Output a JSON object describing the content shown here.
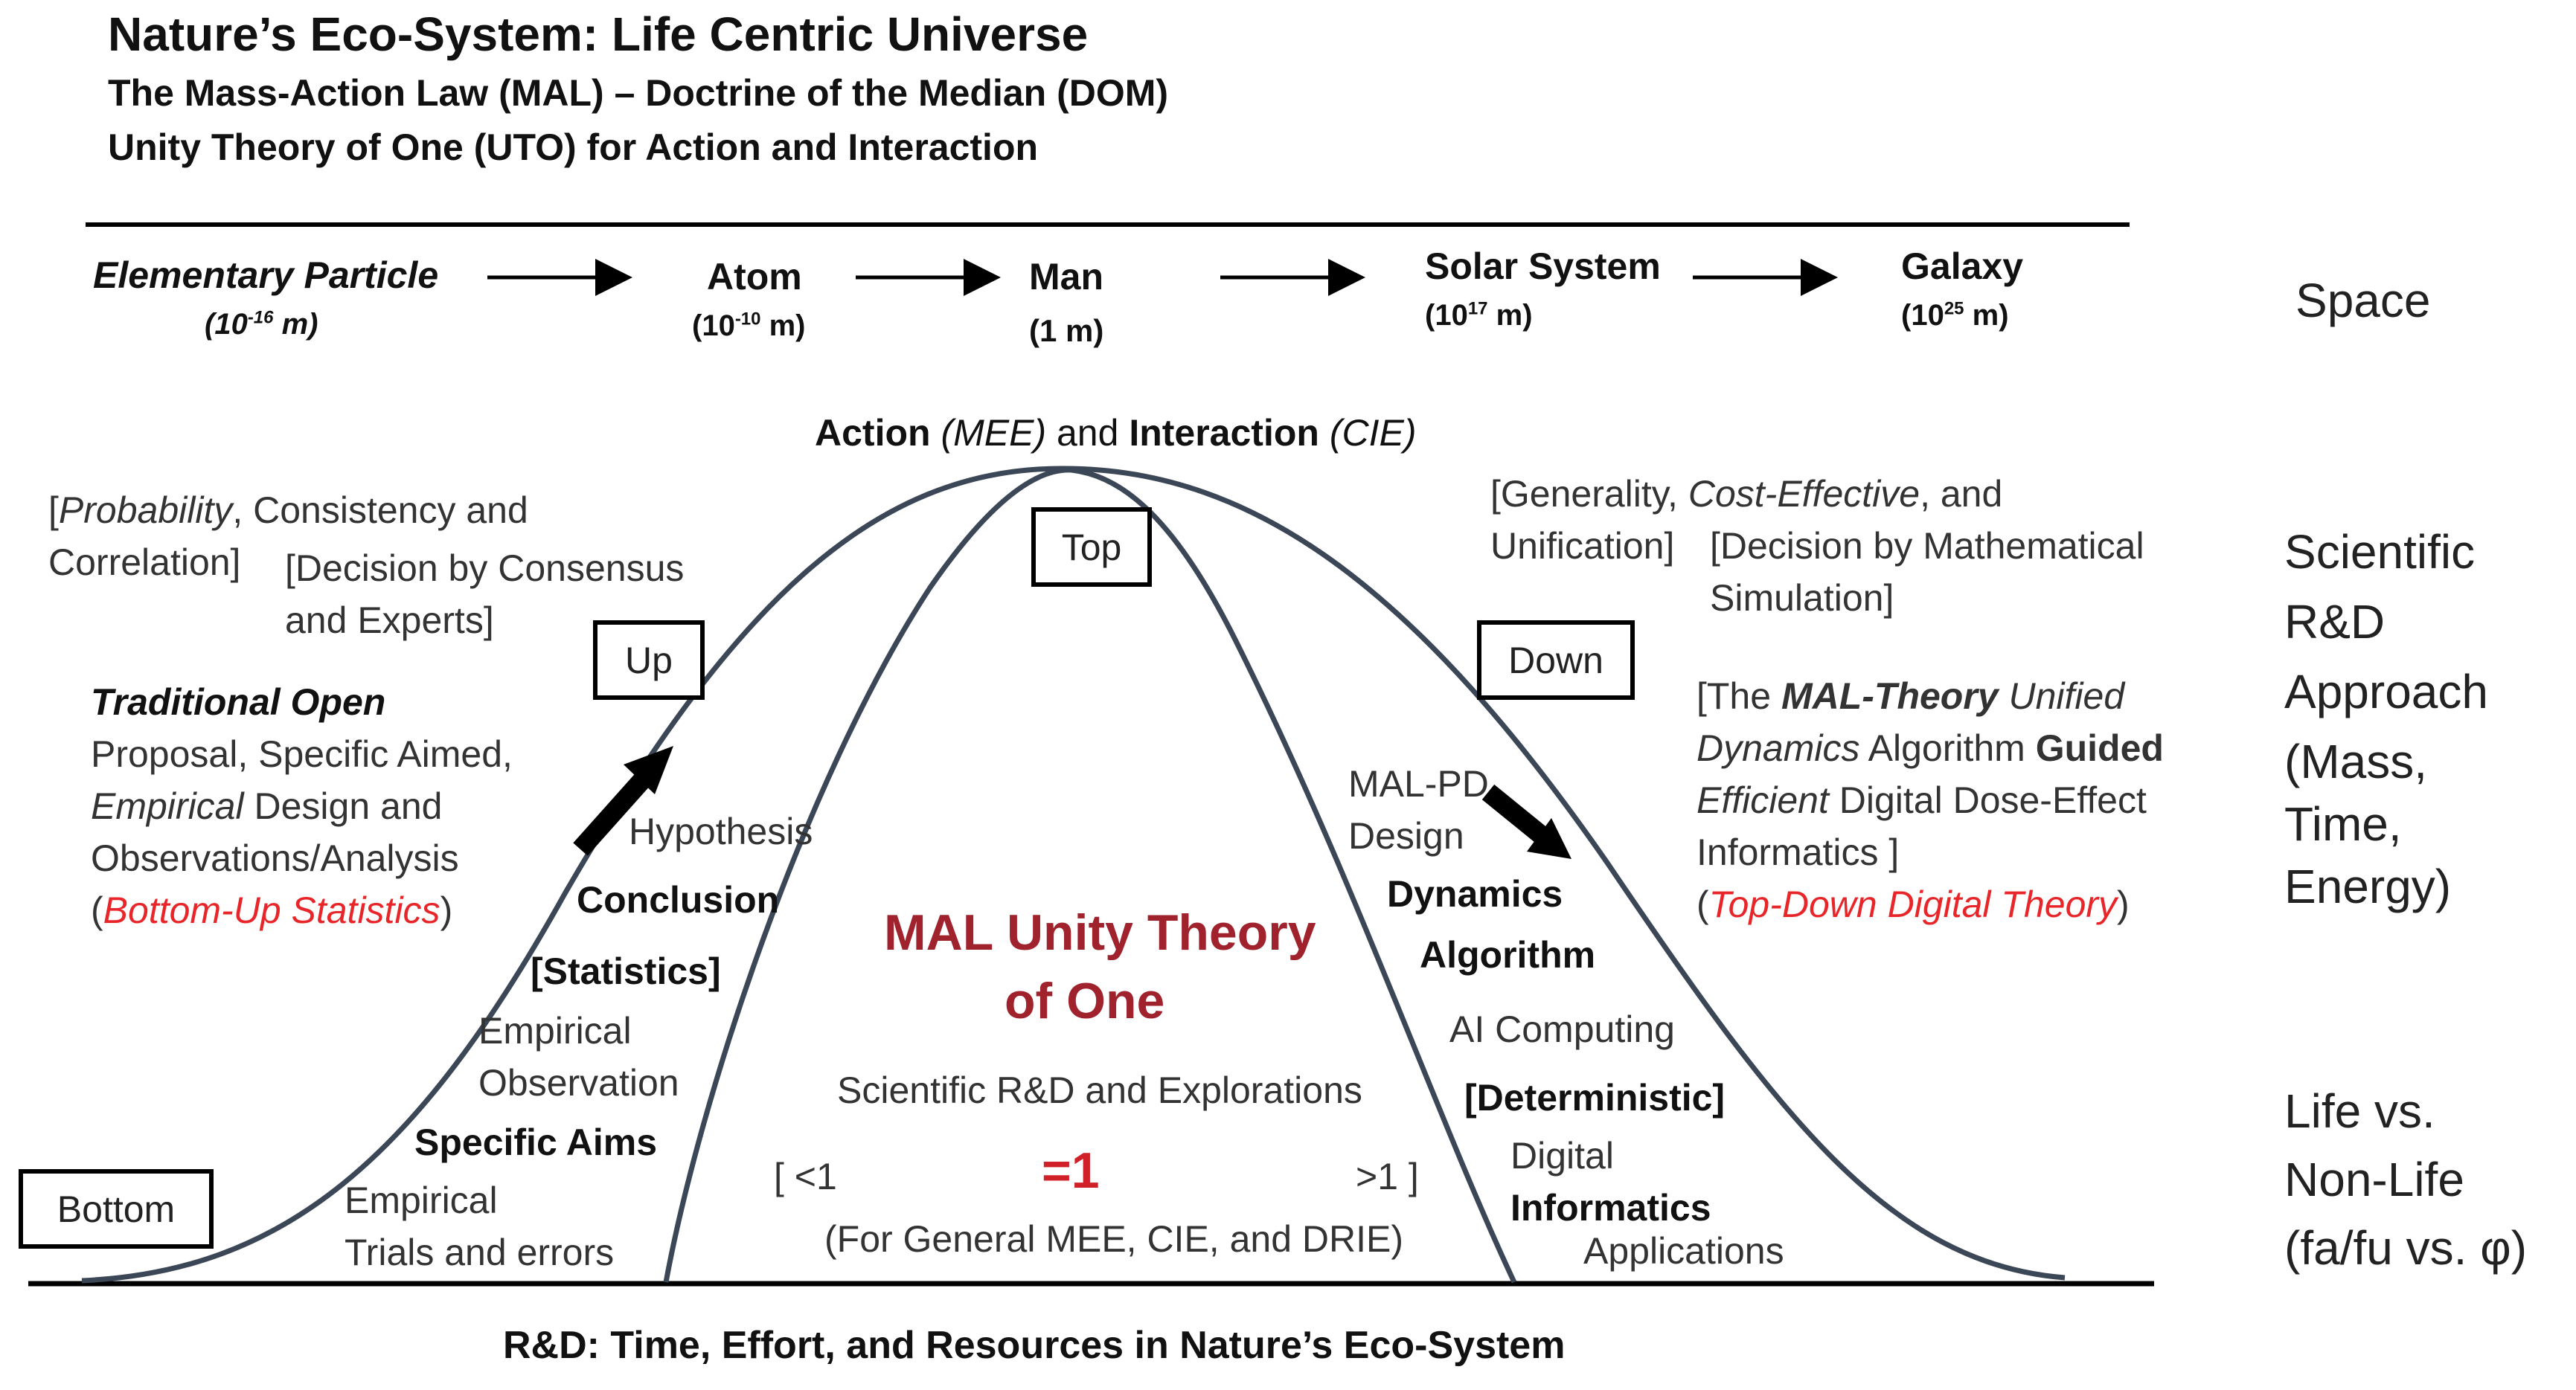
{
  "title": "Nature’s Eco-System: Life Centric Universe",
  "subtitle1": "The Mass-Action Law (MAL) – Doctrine of the Median (DOM)",
  "subtitle2": "Unity Theory of One (UTO) for Action and Interaction",
  "scale": {
    "items": [
      {
        "name": "Elementary Particle",
        "size_base": "(10",
        "size_exp": "-16",
        "size_unit": " m)"
      },
      {
        "name": "Atom",
        "size_base": "(10",
        "size_exp": "-10",
        "size_unit": " m)"
      },
      {
        "name": "Man",
        "size_base": "(1",
        "size_exp": "",
        "size_unit": " m)"
      },
      {
        "name": "Solar System",
        "size_base": "(10",
        "size_exp": "17",
        "size_unit": " m)"
      },
      {
        "name": "Galaxy",
        "size_base": "(10",
        "size_exp": "25",
        "size_unit": " m)"
      }
    ],
    "label": "Space"
  },
  "peak": {
    "action": "Action",
    "mee": "(MEE)",
    "and": " and ",
    "interaction": "Interaction",
    "cie": "(CIE)"
  },
  "boxes": {
    "top": "Top",
    "up": "Up",
    "down": "Down",
    "bottom": "Bottom"
  },
  "left_text": {
    "prob": "Probability",
    "prob_rest": ", Consistency and",
    "open_bracket": "[",
    "correlation": "Correlation]",
    "consensus1": "[Decision by Consensus",
    "consensus2": "and Experts]",
    "trad": "Traditional Open",
    "line2": "Proposal, Specific Aimed,",
    "empirical": "Empirical",
    "line3_rest": " Design and",
    "line4": "Observations/Analysis",
    "paren_open": "(",
    "bottom_up": "Bottom-Up Statistics",
    "paren_close": ")"
  },
  "right_text": {
    "gen": "[Generality, ",
    "cost": "Cost-Effective",
    "gen_rest": ", and",
    "unif": "Unification]",
    "sim1": "[Decision by Mathematical",
    "sim2": "Simulation]",
    "mal_open": "[The ",
    "mal_theory": "MAL-Theory",
    "unified": " Unified",
    "dynamics": "Dynamics",
    "algorithm": "  Algorithm ",
    "guided": "Guided",
    "efficient": "Efficient",
    "digital": " Digital Dose-Effect",
    "informatics": "Informatics ]",
    "paren_open": "(",
    "top_down": "Top-Down Digital Theory",
    "paren_close": ")"
  },
  "inner_left": {
    "hypothesis": "Hypothesis",
    "conclusion": "Conclusion",
    "statistics": "[Statistics]",
    "emp_obs1": "Empirical",
    "emp_obs2": "Observation",
    "specific_aims": "Specific Aims",
    "emp_trials1": "Empirical",
    "emp_trials2": "Trials and errors"
  },
  "inner_right": {
    "malpd": "MAL-PD",
    "design": "Design",
    "dynamics": "Dynamics",
    "algorithm": "Algorithm",
    "ai": "AI Computing",
    "deterministic": "[Deterministic]",
    "digital": "Digital",
    "informatics": "Informatics",
    "applications": "Applications"
  },
  "center": {
    "title1": "MAL Unity Theory",
    "title2": "of One",
    "sci": "Scientific R&D and Explorations",
    "lt": "[ <1",
    "eq": "=1",
    "gt": ">1 ]",
    "general": "(For General MEE, CIE, and DRIE)"
  },
  "right_col": {
    "sci": [
      "Scientific",
      "R&D",
      "Approach",
      "(Mass,",
      "Time,",
      "Energy)"
    ],
    "life": [
      "Life vs.",
      "Non-Life",
      "(fa/fu vs. φ)"
    ]
  },
  "footer": "R&D: Time, Effort, and Resources in Nature’s Eco-System"
}
